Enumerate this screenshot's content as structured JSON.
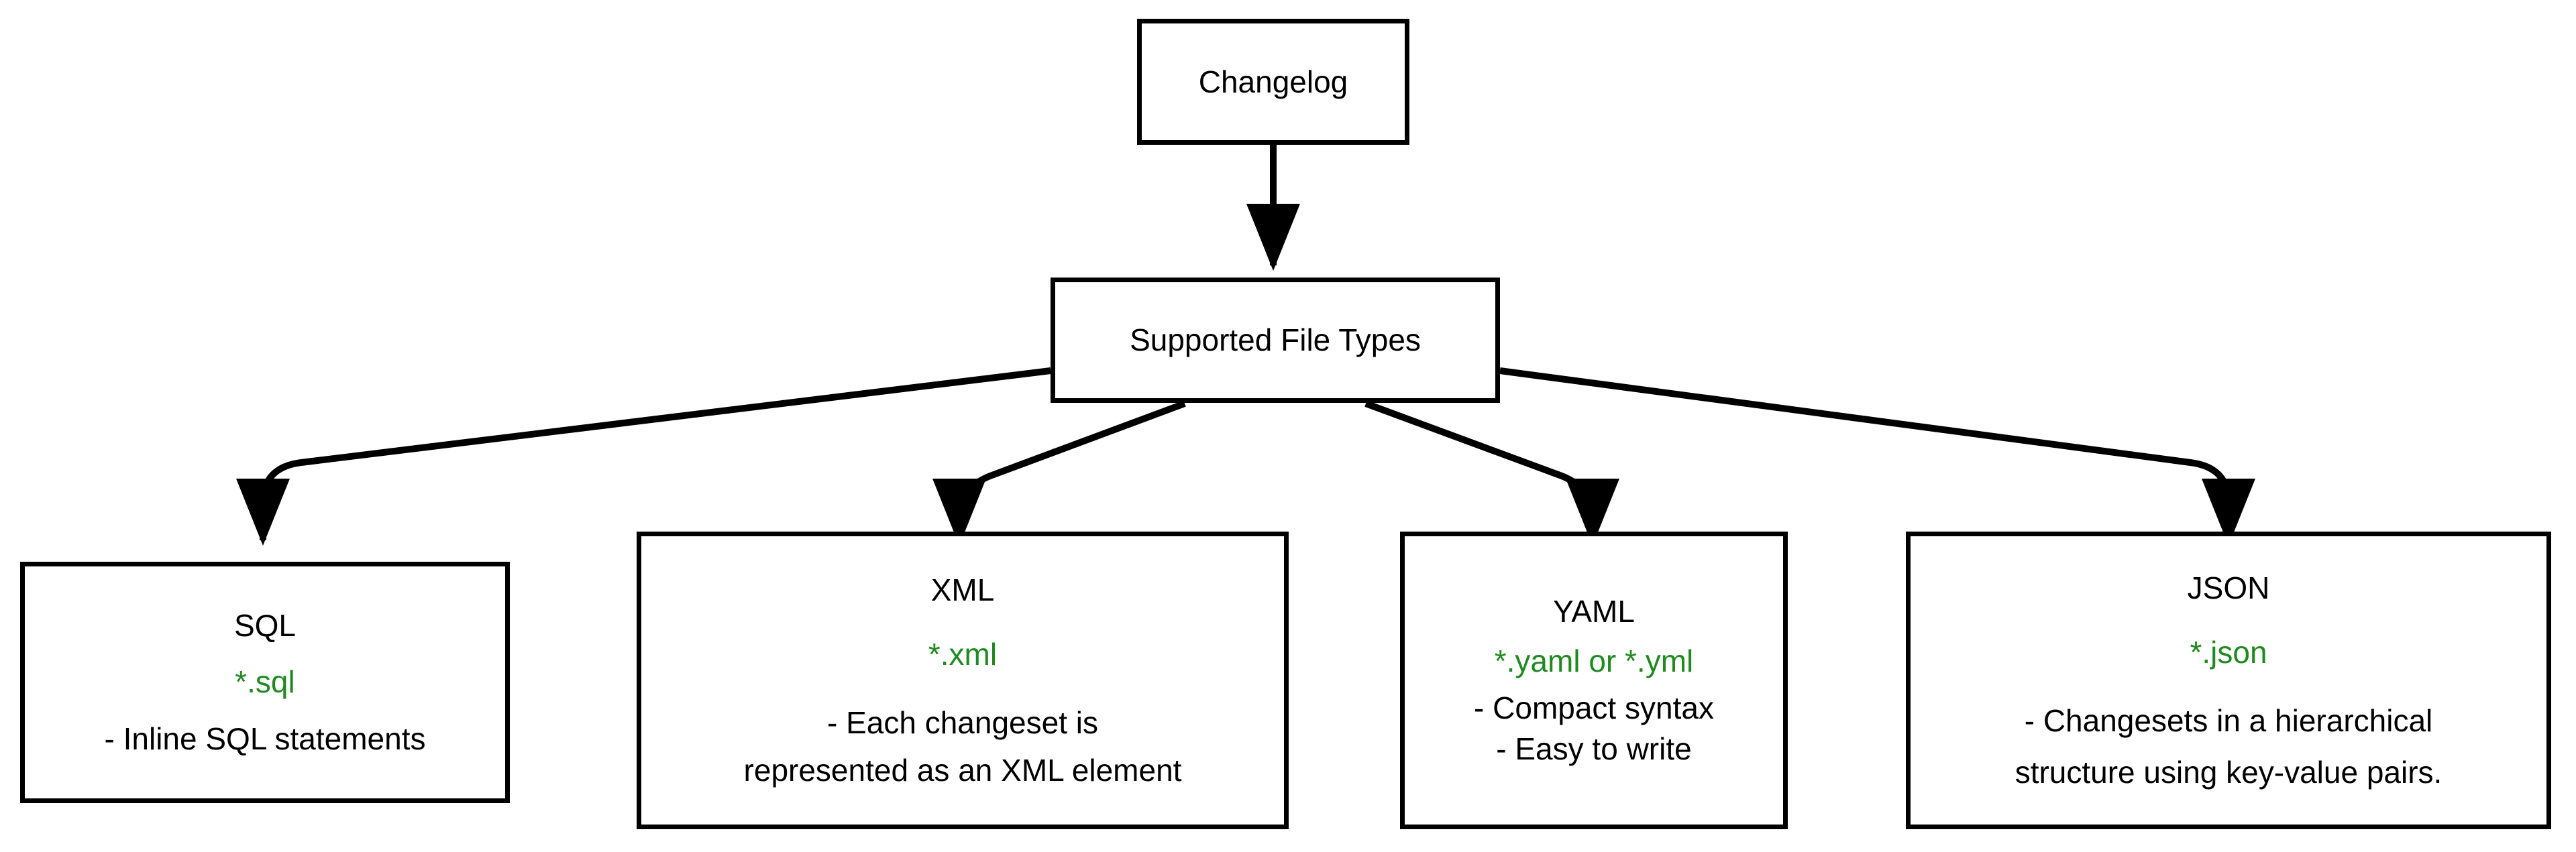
{
  "diagram": {
    "type": "flowchart",
    "direction": "top-down",
    "background_color": "#ffffff",
    "node_border_color": "#000000",
    "node_fill_color": "#ffffff",
    "edge_color": "#000000",
    "extension_text_color": "#1f8a1f",
    "title_text_color": "#000000"
  },
  "nodes": {
    "changelog": {
      "label": "Changelog"
    },
    "supported": {
      "label": "Supported File Types"
    },
    "sql": {
      "title": "SQL",
      "extension": "*.sql",
      "desc_lines": [
        "- Inline SQL statements"
      ]
    },
    "xml": {
      "title": "XML",
      "extension": "*.xml",
      "desc_lines": [
        "- Each changeset is",
        "represented as an XML element"
      ]
    },
    "yaml": {
      "title": "YAML",
      "extension": "*.yaml or *.yml",
      "desc_lines": [
        "- Compact syntax",
        "- Easy to write"
      ]
    },
    "json": {
      "title": "JSON",
      "extension": "*.json",
      "desc_lines": [
        "- Changesets in a hierarchical",
        "structure using key-value pairs."
      ]
    }
  },
  "edges": [
    {
      "id": "edge-changelog-supported",
      "from": "changelog",
      "to": "supported",
      "arrow": "down"
    },
    {
      "id": "edge-supported-sql",
      "from": "supported",
      "to": "sql",
      "arrow": "down"
    },
    {
      "id": "edge-supported-xml",
      "from": "supported",
      "to": "xml",
      "arrow": "down"
    },
    {
      "id": "edge-supported-yaml",
      "from": "supported",
      "to": "yaml",
      "arrow": "down"
    },
    {
      "id": "edge-supported-json",
      "from": "supported",
      "to": "json",
      "arrow": "down"
    }
  ]
}
